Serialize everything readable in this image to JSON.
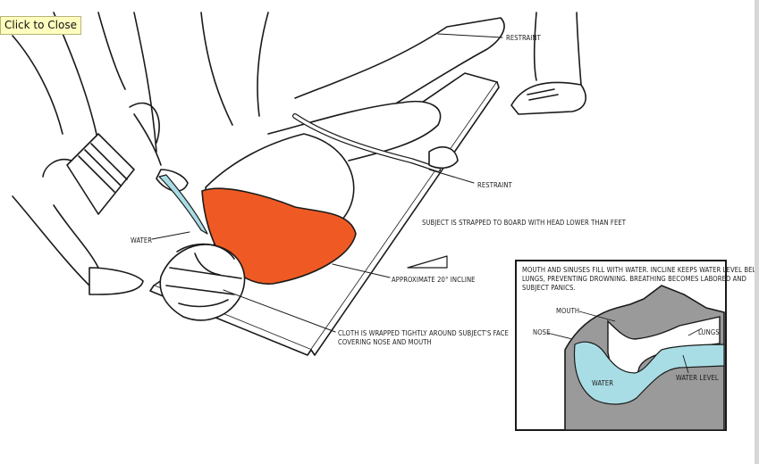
{
  "tooltip": {
    "label": "Click to Close"
  },
  "colors": {
    "shirt": "#ef5a24",
    "water": "#a9dde5",
    "head_section": "#9a9a9a"
  },
  "labels": {
    "restraint_top": "RESTRAINT",
    "restraint_mid": "RESTRAINT",
    "subject_strapped": "SUBJECT IS STRAPPED TO BOARD WITH HEAD LOWER THAN FEET",
    "water": "WATER",
    "incline": "APPROXIMATE 20° INCLINE",
    "cloth_line1": "CLOTH IS WRAPPED TIGHTLY AROUND SUBJECT'S FACE",
    "cloth_line2": "COVERING NOSE AND MOUTH"
  },
  "inset": {
    "caption_line1": "MOUTH AND SINUSES FILL WITH WATER. INCLINE KEEPS WATER LEVEL BELOW",
    "caption_line2": "LUNGS, PREVENTING DROWNING. BREATHING BECOMES LABORED AND",
    "caption_line3": "SUBJECT PANICS.",
    "mouth": "MOUTH",
    "nose": "NOSE",
    "lungs": "LUNGS",
    "water": "WATER",
    "water_level": "WATER LEVEL"
  }
}
